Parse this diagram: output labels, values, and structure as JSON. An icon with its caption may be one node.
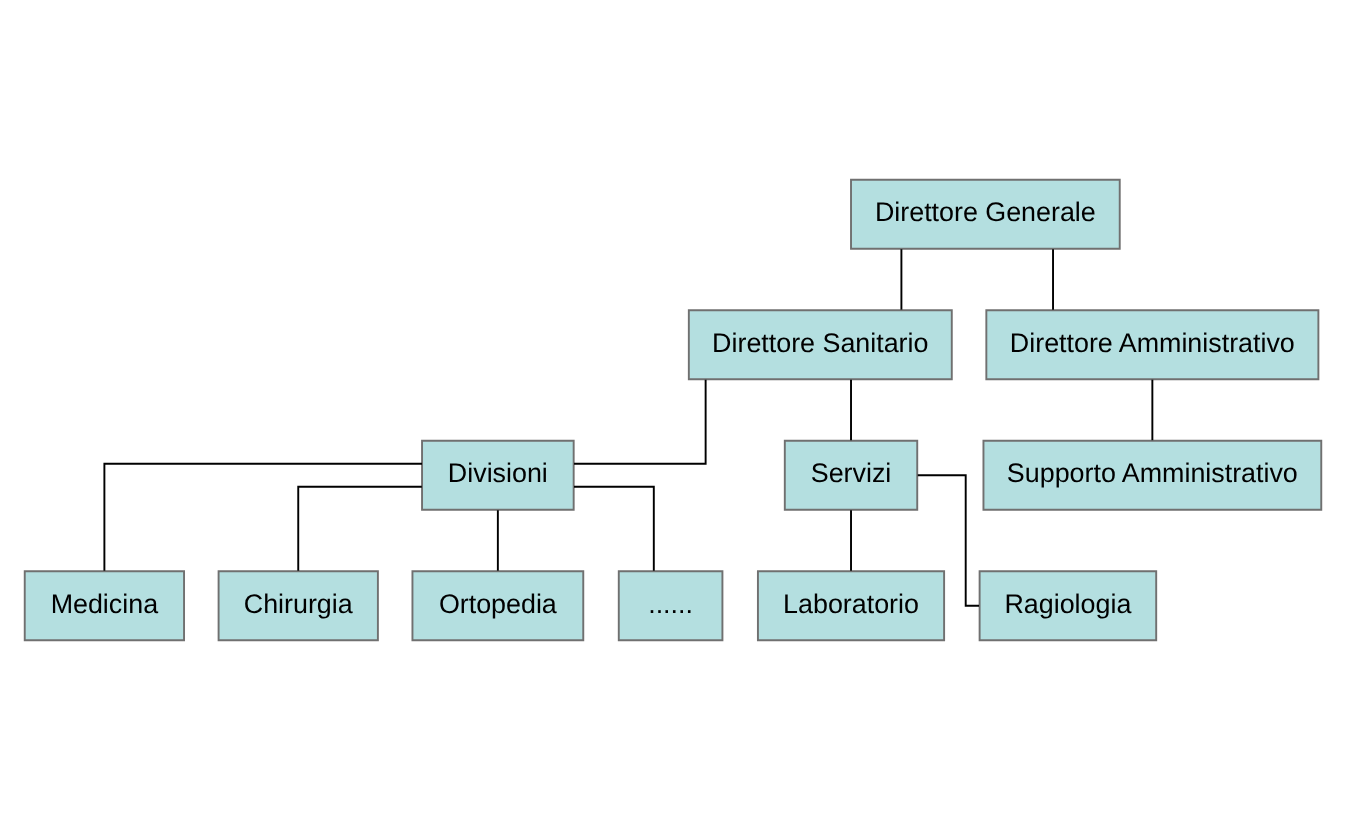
{
  "diagram": {
    "nodes": [
      {
        "text": [
          "Direttore Generale"
        ]
      },
      {
        "text": [
          "Direttore Sanitario"
        ]
      },
      {
        "text": [
          "Direttore Amministrativo"
        ]
      },
      {
        "text": [
          "Divisioni"
        ]
      },
      {
        "text": [
          "Servizi"
        ]
      },
      {
        "text": [
          "Supporto Amministrativo"
        ]
      },
      {
        "text": [
          "Medicina"
        ]
      },
      {
        "text": [
          "Chirurgia"
        ]
      },
      {
        "text": [
          "Laboratorio"
        ]
      },
      {
        "text": [
          "Ragiologia"
        ]
      },
      {
        "text": [
          "Ortopedia"
        ]
      },
      {
        "text": [
          "......"
        ]
      }
    ],
    "edges": [
      {
        "from": 0,
        "to": 1,
        "arrow": "none"
      },
      {
        "from": 0,
        "to": 2,
        "arrow": "none"
      },
      {
        "from": 1,
        "to": 3,
        "arrow": "none"
      },
      {
        "from": 1,
        "to": 4,
        "arrow": "none"
      },
      {
        "from": 2,
        "to": 5,
        "arrow": "none"
      },
      {
        "from": 3,
        "to": 6,
        "arrow": "none"
      },
      {
        "from": 3,
        "to": 7,
        "arrow": "none"
      },
      {
        "from": 3,
        "to": 10,
        "arrow": "none"
      },
      {
        "from": 3,
        "to": 11,
        "arrow": "none"
      },
      {
        "from": 4,
        "to": 8,
        "arrow": "none"
      },
      {
        "from": 4,
        "to": 9,
        "arrow": "none"
      }
    ]
  }
}
